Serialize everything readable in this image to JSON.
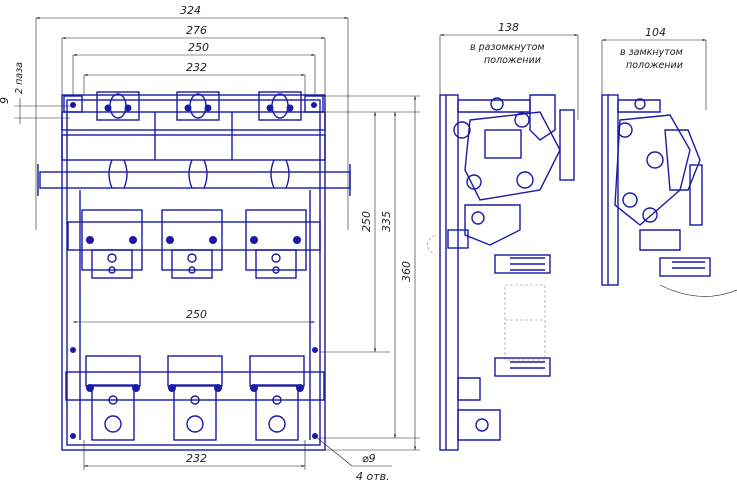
{
  "front_view": {
    "dims": {
      "overall_width": "324",
      "frame_width": "276",
      "contact_span": "250",
      "inner_span": "232",
      "mid_span": "250",
      "bottom_span": "232",
      "hole_offset": "9",
      "slot_label": "2 паза",
      "height_contacts": "250",
      "height_mid": "335",
      "height_total": "360"
    },
    "holes": {
      "diameter": "⌀9",
      "count": "4 отв."
    }
  },
  "side_open": {
    "width": "138",
    "caption_line1": "в разомкнутом",
    "caption_line2": "положении"
  },
  "side_closed": {
    "width": "104",
    "caption_line1": "в замкнутом",
    "caption_line2": "положении"
  },
  "colors": {
    "part_line": "#1a1aa6",
    "dim_line": "#222222"
  }
}
